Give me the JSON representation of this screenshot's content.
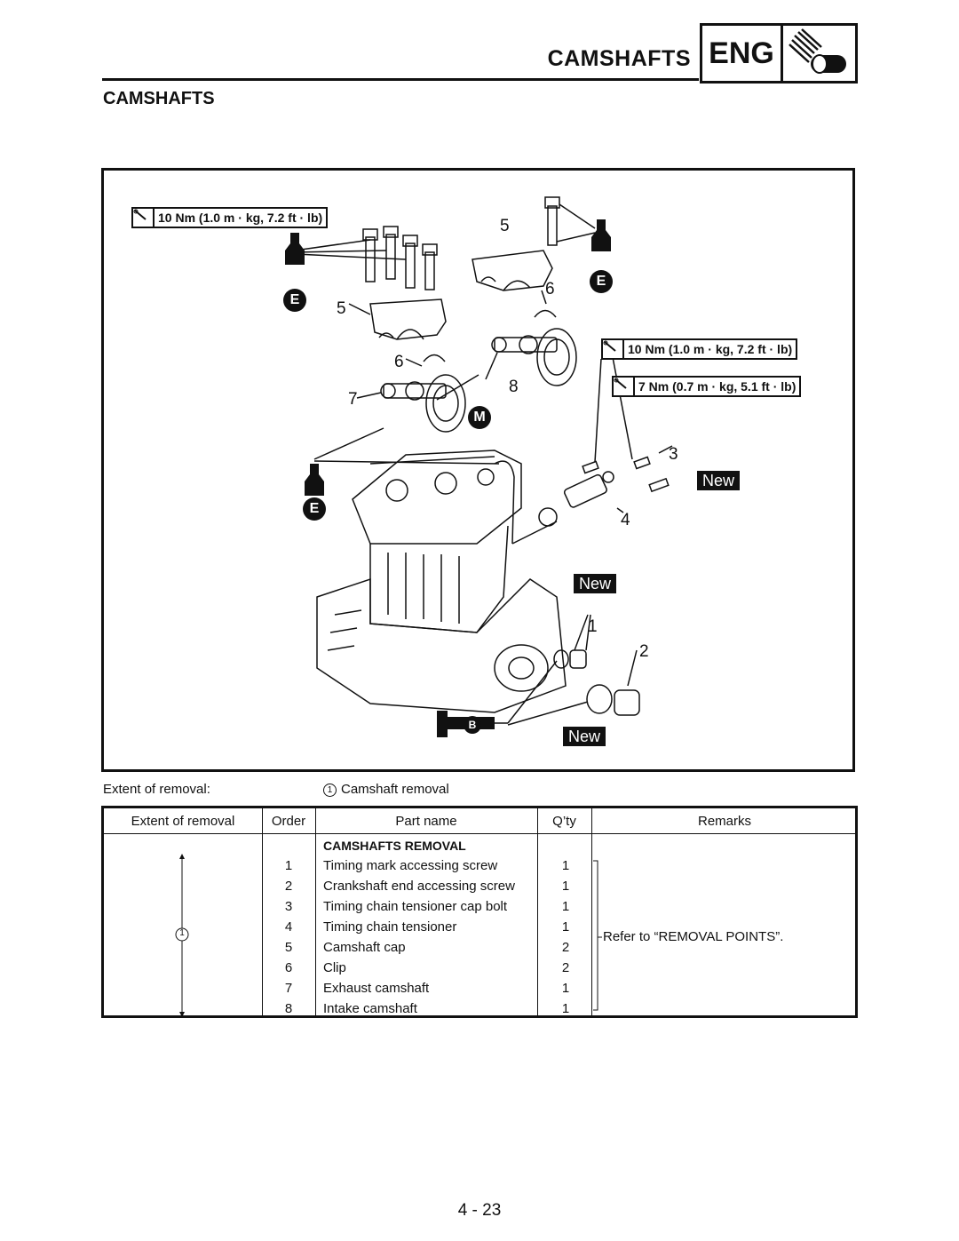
{
  "header": {
    "title": "CAMSHAFTS",
    "badge": "ENG",
    "icon": "engine-icon"
  },
  "section_title": "CAMSHAFTS",
  "figure": {
    "torque_specs": [
      "10 Nm (1.0 m · kg, 7.2 ft · lb)",
      "10 Nm (1.0 m · kg, 7.2 ft · lb)",
      "7 Nm (0.7 m · kg, 5.1 ft · lb)"
    ],
    "callouts": [
      "5",
      "5",
      "6",
      "6",
      "7",
      "8",
      "3",
      "4",
      "1",
      "2"
    ],
    "new_badges": [
      "New",
      "New",
      "New"
    ],
    "lubricant_badges": [
      "E",
      "E",
      "E",
      "M",
      "B"
    ]
  },
  "extent": {
    "label": "Extent of removal:",
    "circle": "1",
    "value": "Camshaft removal"
  },
  "table": {
    "headers": {
      "extent": "Extent of removal",
      "order": "Order",
      "part": "Part name",
      "qty": "Q’ty",
      "remarks": "Remarks"
    },
    "group_title": "CAMSHAFTS REMOVAL",
    "extent_marker": "1",
    "rows": [
      {
        "order": "1",
        "part": "Timing mark accessing screw",
        "qty": "1"
      },
      {
        "order": "2",
        "part": "Crankshaft end accessing screw",
        "qty": "1"
      },
      {
        "order": "3",
        "part": "Timing chain tensioner cap bolt",
        "qty": "1"
      },
      {
        "order": "4",
        "part": "Timing chain tensioner",
        "qty": "1"
      },
      {
        "order": "5",
        "part": "Camshaft cap",
        "qty": "2"
      },
      {
        "order": "6",
        "part": "Clip",
        "qty": "2"
      },
      {
        "order": "7",
        "part": "Exhaust camshaft",
        "qty": "1"
      },
      {
        "order": "8",
        "part": "Intake camshaft",
        "qty": "1"
      }
    ],
    "remark": "Refer to “REMOVAL POINTS”."
  },
  "page_number": "4 - 23"
}
